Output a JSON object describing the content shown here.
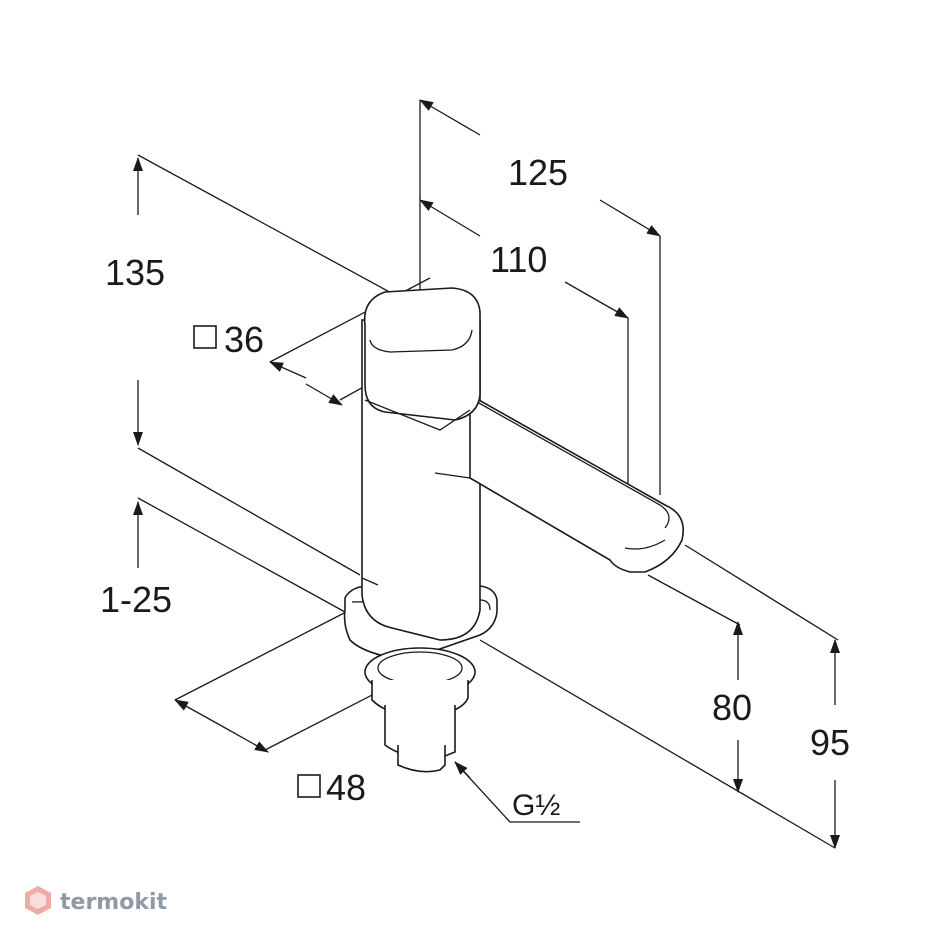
{
  "dimensions": {
    "total_length": "125",
    "spout_length": "110",
    "total_height": "135",
    "body_square": "36",
    "mount_range": "1-25",
    "base_square": "48",
    "connection_thread": "G½",
    "spout_height": "80",
    "overall_height": "95"
  },
  "watermark": {
    "text": "termokit",
    "color": "#8f9aa6",
    "logo_color": "#e06a5a"
  }
}
